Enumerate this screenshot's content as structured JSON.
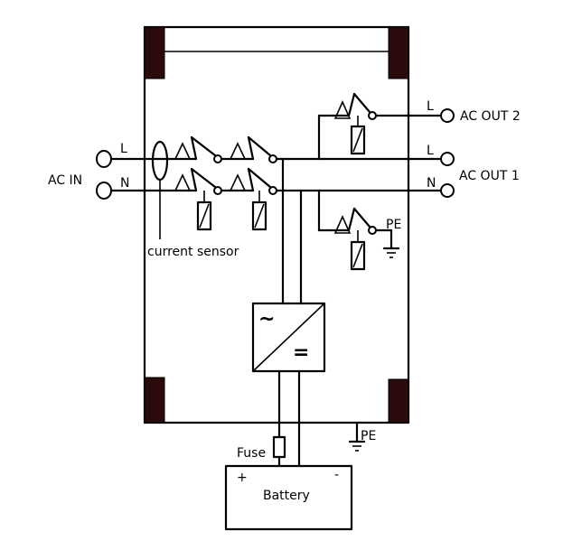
{
  "labels": {
    "ac_in": "AC IN",
    "ac_out_1": "AC OUT 1",
    "ac_out_2": "AC OUT 2",
    "line": "L",
    "neutral": "N",
    "protective_earth": "PE",
    "current_sensor": "current sensor",
    "fuse": "Fuse",
    "battery": "Battery",
    "plus": "+",
    "minus": "-",
    "inverter_ac": "~",
    "inverter_dc": "="
  },
  "colors": {
    "line": "#000000",
    "bracket": "#2a0a0a",
    "background": "#ffffff"
  }
}
